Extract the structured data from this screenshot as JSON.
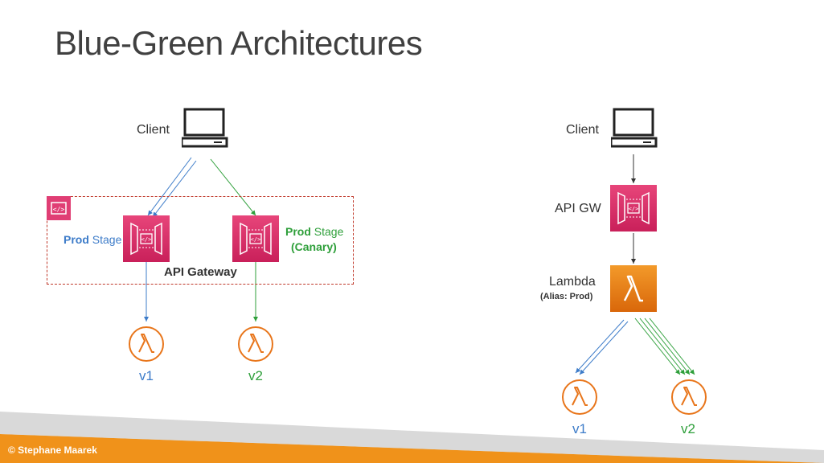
{
  "title": "Blue-Green Architectures",
  "left": {
    "client_label": "Client",
    "prod_stage": {
      "bold": "Prod",
      "rest": " Stage"
    },
    "canary_stage": {
      "bold": "Prod",
      "rest": " Stage",
      "canary": "(Canary)"
    },
    "api_gateway_label": "API Gateway",
    "v1": "v1",
    "v2": "v2"
  },
  "right": {
    "client_label": "Client",
    "api_gw_label": "API GW",
    "lambda_label": "Lambda",
    "alias_label": "(Alias: Prod)",
    "v1": "v1",
    "v2": "v2"
  },
  "footer": {
    "copyright": "© Stephane Maarek"
  },
  "colors": {
    "blue": "#3d7cc9",
    "green": "#2e9f3a",
    "api_gateway": "#d6336c",
    "lambda": "#e8751a",
    "footer": "#f0921a"
  },
  "icons": [
    "computer-icon",
    "api-gateway-icon",
    "lambda-icon"
  ]
}
